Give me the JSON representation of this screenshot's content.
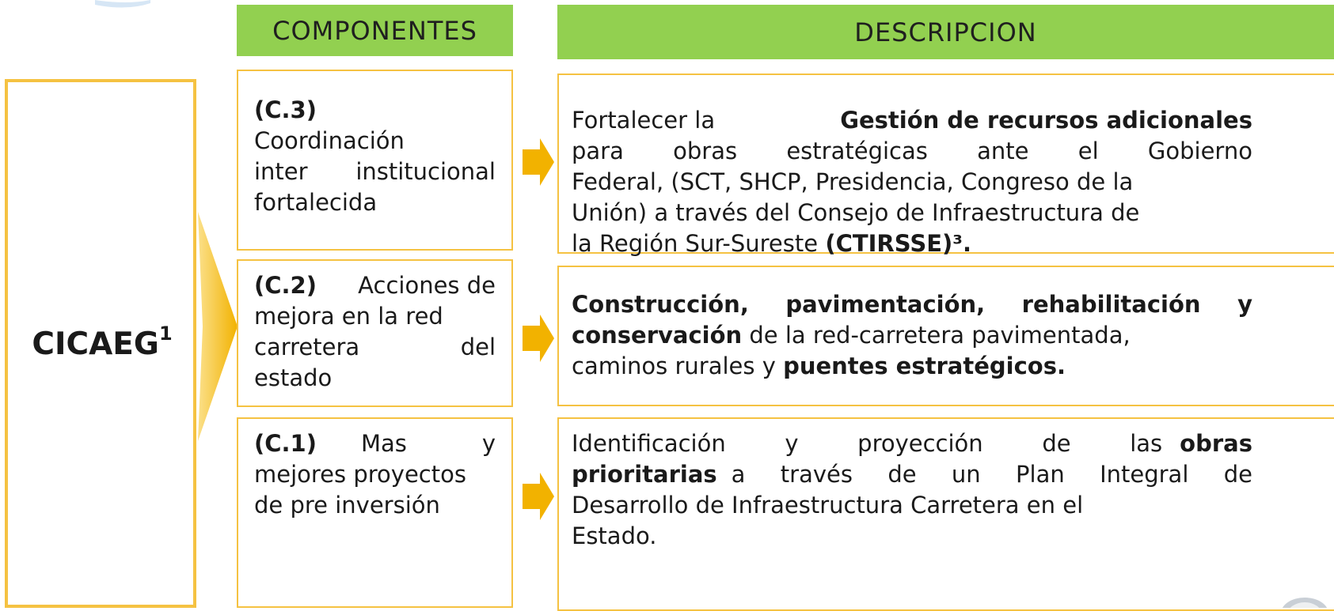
{
  "colors": {
    "header_green": "#92d050",
    "accent_yellow": "#f5c242",
    "arrow_orange": "#f2b200"
  },
  "headers": {
    "componentes": "COMPONENTES",
    "descripcion": "DESCRIPCION"
  },
  "main": {
    "label": "CICAEG",
    "superscript": "1"
  },
  "components": [
    {
      "code": "(C.3)",
      "lines": [
        "Coordinación",
        "inter institucional",
        "fortalecida"
      ]
    },
    {
      "code": "(C.2)",
      "first_line_rest": "Acciones de",
      "lines": [
        "mejora en la red",
        "carretera del",
        "estado"
      ]
    },
    {
      "code": "(C.1)",
      "first_line_rest": "Mas y",
      "lines": [
        "mejores proyectos",
        "de pre inversión"
      ]
    }
  ],
  "descriptions": {
    "c3": {
      "l1_a": "Fortalecer la",
      "l1_b": "Gestión de recursos adicionales",
      "l2": "para obras estratégicas ante el Gobierno",
      "l3": "Federal, (SCT, SHCP, Presidencia, Congreso de la",
      "l4": "Unión) a través del Consejo de Infraestructura de",
      "l5_a": "la Región Sur-Sureste",
      "l5_b": "(CTIRSSE)³."
    },
    "c2": {
      "l1": "Construcción, pavimentación, rehabilitación y",
      "l2_a": "conservación",
      "l2_b": "de la red-carretera pavimentada,",
      "l3_a": "caminos rurales y",
      "l3_b": "puentes estratégicos."
    },
    "c1": {
      "l1_a": "Identificación y proyección de las",
      "l1_b": "obras",
      "l2_a": "prioritarias",
      "l2_b": "a través de un Plan Integral de",
      "l3": "Desarrollo de Infraestructura Carretera en el",
      "l4": "Estado."
    }
  }
}
